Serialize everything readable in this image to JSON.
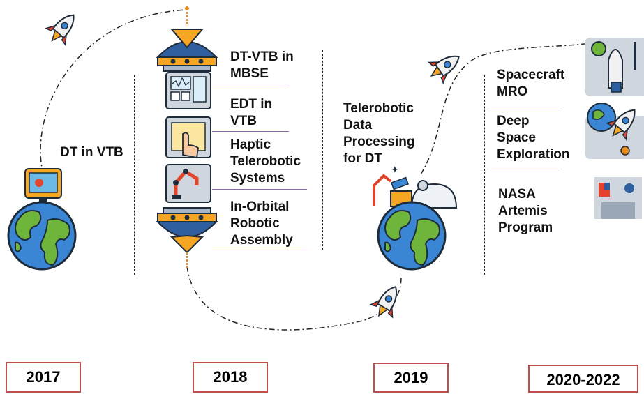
{
  "timeline": {
    "years": [
      "2017",
      "2018",
      "2019",
      "2020-2022"
    ],
    "col_2017": {
      "items": [
        "DT in VTB"
      ]
    },
    "col_2018": {
      "items": [
        "DT-VTB in\nMBSE",
        "EDT in\nVTB",
        "Haptic\nTelerobotic\nSystems",
        "In-Orbital\nRobotic\nAssembly"
      ]
    },
    "col_2019": {
      "items": [
        "Telerobotic\nData\nProcessing\nfor DT"
      ]
    },
    "col_2020": {
      "items": [
        "Spacecraft\nMRO",
        "Deep\nSpace\nExploration",
        "NASA\nArtemis\nProgram"
      ]
    }
  },
  "icons": [
    "earth-icon",
    "monitor-icon",
    "rocket-icon",
    "satellite-icon",
    "control-panel-icon",
    "touchscreen-icon",
    "robot-arm-icon",
    "rover-icon",
    "space-shuttle-icon",
    "building-icon"
  ],
  "colors": {
    "year_border": "#c0504d",
    "divider": "#8a6aa8",
    "ocean": "#3b86d4",
    "land": "#6fb53c"
  }
}
